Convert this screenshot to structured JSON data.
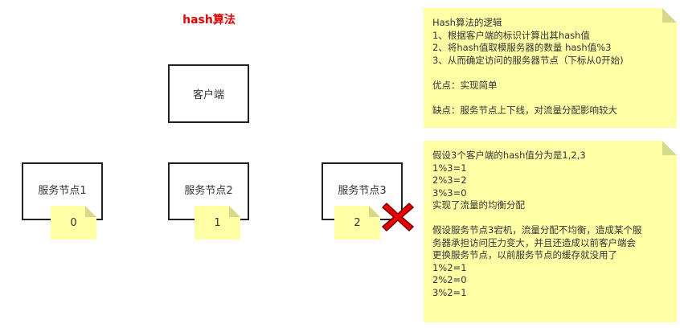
{
  "title": "hash算法",
  "client": {
    "label": "客户端"
  },
  "nodes": [
    {
      "label": "服务节点1",
      "hash": "0"
    },
    {
      "label": "服务节点2",
      "hash": "1"
    },
    {
      "label": "服务节点3",
      "hash": "2"
    }
  ],
  "notes": {
    "logic": "Hash算法的逻辑\n1、根据客户端的标识计算出其hash值\n2、将hash值取模服务器的数量 hash值%3\n3、从而确定访问的服务器节点（下标从0开始)\n\n优点：实现简单\n\n缺点：服务节点上下线，对流量分配影响较大",
    "example": "假设3个客户端的hash值分为是1,2,3\n1%3=1\n2%3=2\n3%3=0\n实现了流量的均衡分配\n\n假设服务节点3宕机，流量分配不均衡，造成某个服\n务器承担访问压力变大，并且还造成以前客户端会\n更换服务节点，以前服务节点的缓存就没用了\n1%2=1\n2%2=0\n3%2=1"
  },
  "colors": {
    "title": "#e60000",
    "note": "#ffffa6",
    "cross": "#e60000"
  }
}
